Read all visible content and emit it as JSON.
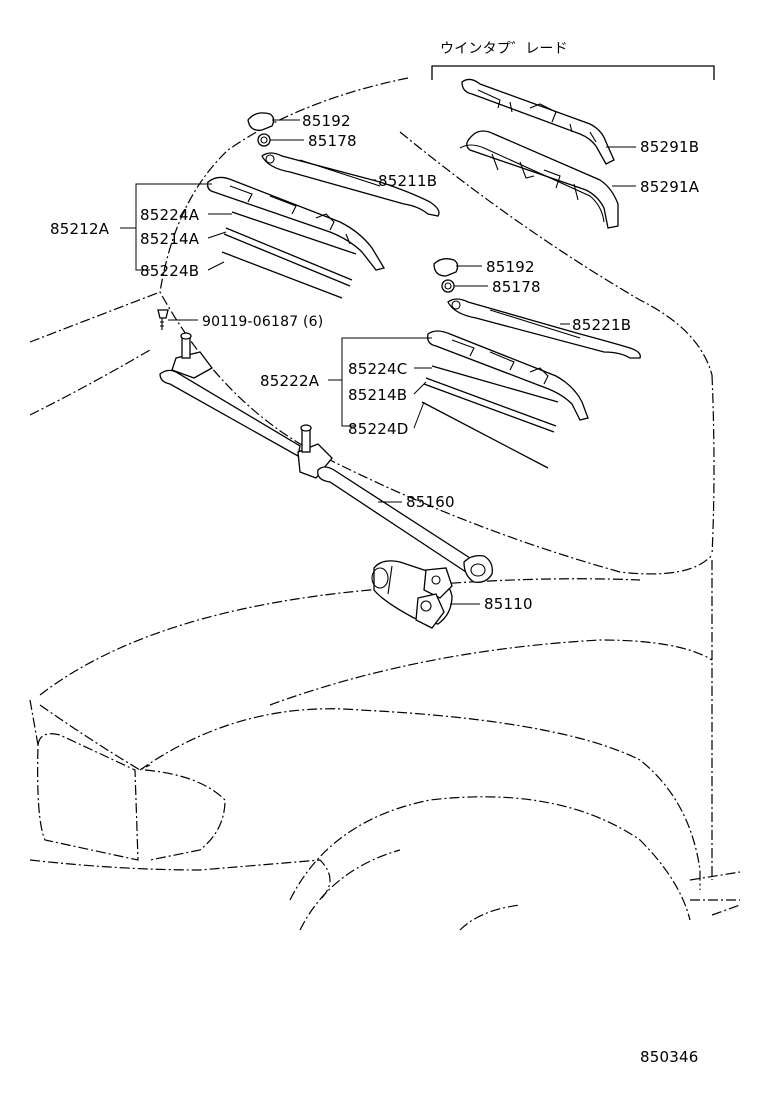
{
  "header_label": "ウインタプ゛レード",
  "labels": {
    "p85192_top": "85192",
    "p85178_top": "85178",
    "p85211B": "85211B",
    "p85212A": "85212A",
    "p85224A": "85224A",
    "p85214A": "85214A",
    "p85224B": "85224B",
    "p90119": "90119-06187 (6)",
    "p85291B": "85291B",
    "p85291A": "85291A",
    "p85192_mid": "85192",
    "p85178_mid": "85178",
    "p85221B": "85221B",
    "p85222A": "85222A",
    "p85224C": "85224C",
    "p85214B": "85214B",
    "p85224D": "85224D",
    "p85160": "85160",
    "p85110": "85110"
  },
  "figure_number": "850346"
}
